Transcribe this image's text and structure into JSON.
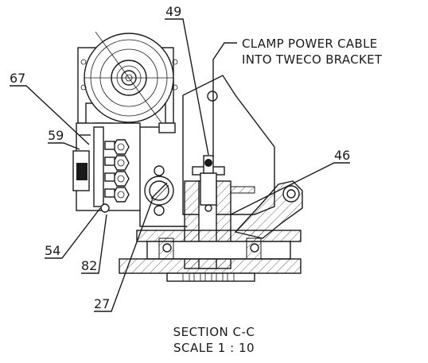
{
  "drawing": {
    "callouts": [
      {
        "id": "49",
        "text": "49"
      },
      {
        "id": "67",
        "text": "67"
      },
      {
        "id": "59",
        "text": "59"
      },
      {
        "id": "46",
        "text": "46"
      },
      {
        "id": "54",
        "text": "54"
      },
      {
        "id": "82",
        "text": "82"
      },
      {
        "id": "27",
        "text": "27"
      }
    ],
    "note": {
      "line1": "CLAMP POWER CABLE",
      "line2": "INTO TWECO BRACKET"
    },
    "caption": {
      "section": "SECTION C-C",
      "scale": "SCALE 1 : 10"
    },
    "colors": {
      "ink": "#1a1a1a",
      "paper": "#ffffff"
    }
  }
}
